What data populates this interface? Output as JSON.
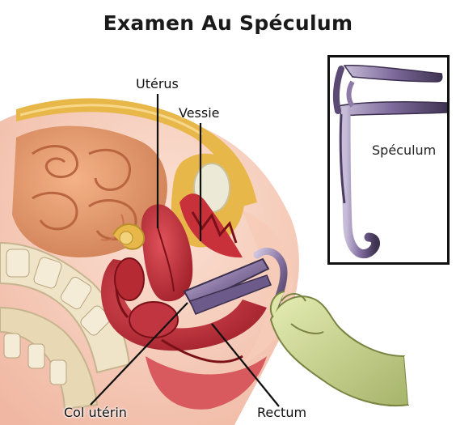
{
  "title": "Examen Au Spéculum",
  "labels": {
    "uterus": "Utérus",
    "vessie": "Vessie",
    "col_uterin": "Col utérin",
    "rectum": "Rectum"
  },
  "inset": {
    "label": "Spéculum"
  },
  "colors": {
    "skin": "#f2c2ad",
    "muscle_red": "#c8303a",
    "intestine": "#e29a6e",
    "fat_yellow": "#e8b74a",
    "bone": "#efe3c8",
    "speculum_metal": "#8d7aa6",
    "glove": "#c9d48f"
  }
}
